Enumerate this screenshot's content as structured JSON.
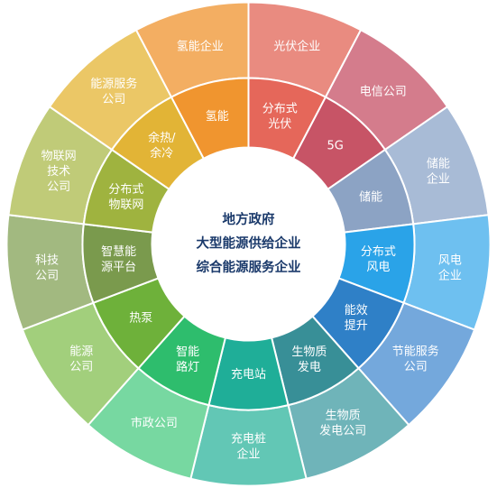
{
  "center": {
    "lines": [
      "地方政府",
      "大型能源供给企业",
      "综合能源服务企业"
    ]
  },
  "ring": [
    {
      "inner": [
        "分布式",
        "光伏"
      ],
      "outer": [
        "光伏企业"
      ],
      "inner_color": "#e5675a",
      "outer_color": "#e98b80"
    },
    {
      "inner": [
        "5G"
      ],
      "outer": [
        "电信公司"
      ],
      "inner_color": "#c75466",
      "outer_color": "#d47c8c"
    },
    {
      "inner": [
        "储能"
      ],
      "outer": [
        "储能",
        "企业"
      ],
      "inner_color": "#8ca3c4",
      "outer_color": "#a8bbd6"
    },
    {
      "inner": [
        "分布式",
        "风电"
      ],
      "outer": [
        "风电",
        "企业"
      ],
      "inner_color": "#2aa3e8",
      "outer_color": "#6ec0f0"
    },
    {
      "inner": [
        "能效",
        "提升"
      ],
      "outer": [
        "节能服务",
        "公司"
      ],
      "inner_color": "#2f80c7",
      "outer_color": "#74a8dc"
    },
    {
      "inner": [
        "生物质",
        "发电"
      ],
      "outer": [
        "生物质",
        "发电公司"
      ],
      "inner_color": "#388f97",
      "outer_color": "#6fb4b9"
    },
    {
      "inner": [
        "充电站"
      ],
      "outer": [
        "充电桩",
        "企业"
      ],
      "inner_color": "#1fae98",
      "outer_color": "#62c7b5"
    },
    {
      "inner": [
        "智能",
        "路灯"
      ],
      "outer": [
        "市政公司"
      ],
      "inner_color": "#2ebd6d",
      "outer_color": "#77d8a1"
    },
    {
      "inner": [
        "热泵"
      ],
      "outer": [
        "能源",
        "公司"
      ],
      "inner_color": "#6eb13a",
      "outer_color": "#a2cf7c"
    },
    {
      "inner": [
        "智慧能",
        "源平台"
      ],
      "outer": [
        "科技",
        "公司"
      ],
      "inner_color": "#7a9a4d",
      "outer_color": "#a2b980"
    },
    {
      "inner": [
        "分布式",
        "物联网"
      ],
      "outer": [
        "物联网",
        "技术",
        "公司"
      ],
      "inner_color": "#9fb33f",
      "outer_color": "#c0cb78"
    },
    {
      "inner": [
        "余热/",
        "余冷"
      ],
      "outer": [
        "能源服务",
        "公司"
      ],
      "inner_color": "#e2b436",
      "outer_color": "#ebc766"
    },
    {
      "inner": [
        "氢能"
      ],
      "outer": [
        "氢能企业"
      ],
      "inner_color": "#f0952f",
      "outer_color": "#f3ae62"
    }
  ]
}
